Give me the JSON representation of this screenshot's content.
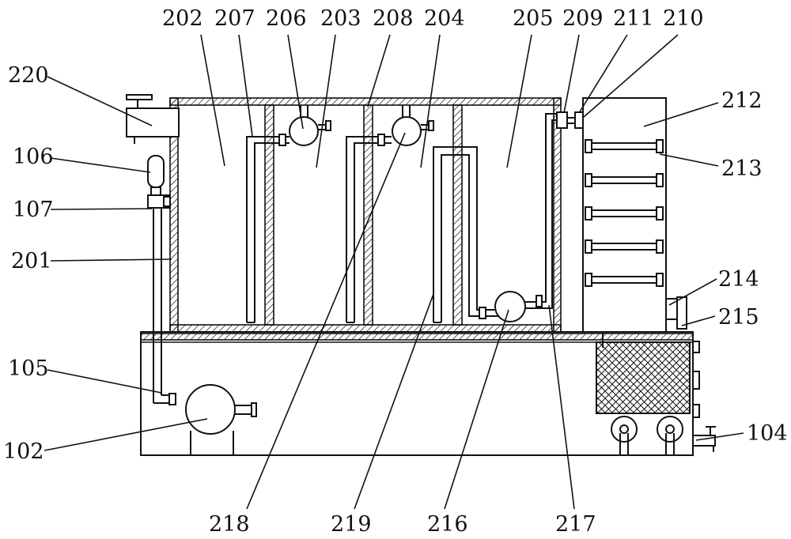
{
  "labels": {
    "l220": "220",
    "l106": "106",
    "l107": "107",
    "l201": "201",
    "l105": "105",
    "l102": "102",
    "l202": "202",
    "l207": "207",
    "l206": "206",
    "l203": "203",
    "l208": "208",
    "l204": "204",
    "l205": "205",
    "l209": "209",
    "l211": "211",
    "l210": "210",
    "l212": "212",
    "l213": "213",
    "l214": "214",
    "l215": "215",
    "l104": "104",
    "l218": "218",
    "l219": "219",
    "l216": "216",
    "l217": "217"
  }
}
